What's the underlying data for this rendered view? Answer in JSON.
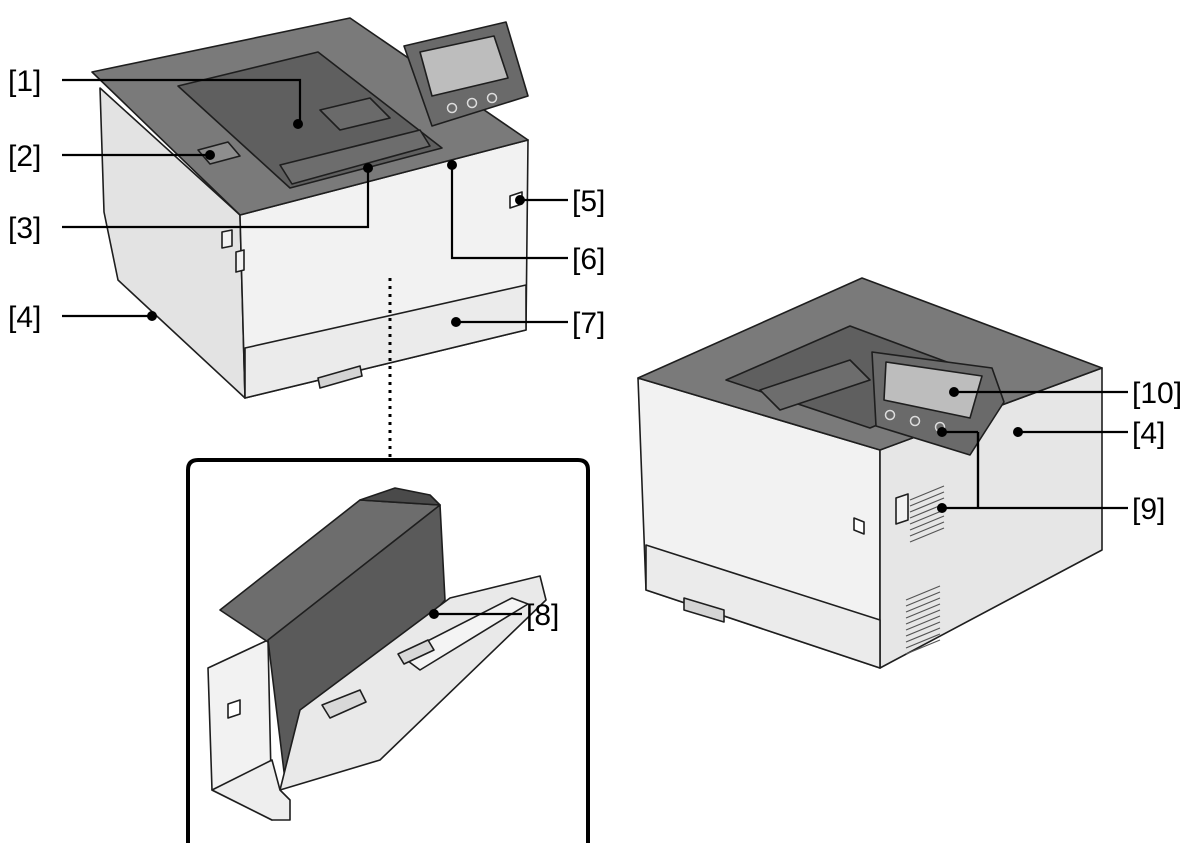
{
  "colors": {
    "body": "#f2f2f2",
    "body_side": "#e3e3e3",
    "top_cover": "#7a7a7a",
    "top_dark": "#5f5f5f",
    "tray_dark": "#4a4a4a",
    "screen": "#bdbdbd",
    "outline": "#1e1e1e"
  },
  "callouts": [
    {
      "id": "c1",
      "label": "[1]"
    },
    {
      "id": "c2",
      "label": "[2]"
    },
    {
      "id": "c3",
      "label": "[3]"
    },
    {
      "id": "c4a",
      "label": "[4]"
    },
    {
      "id": "c5",
      "label": "[5]"
    },
    {
      "id": "c6",
      "label": "[6]"
    },
    {
      "id": "c7",
      "label": "[7]"
    },
    {
      "id": "c8",
      "label": "[8]"
    },
    {
      "id": "c9",
      "label": "[9]"
    },
    {
      "id": "c10",
      "label": "[10]"
    },
    {
      "id": "c4b",
      "label": "[4]"
    }
  ]
}
